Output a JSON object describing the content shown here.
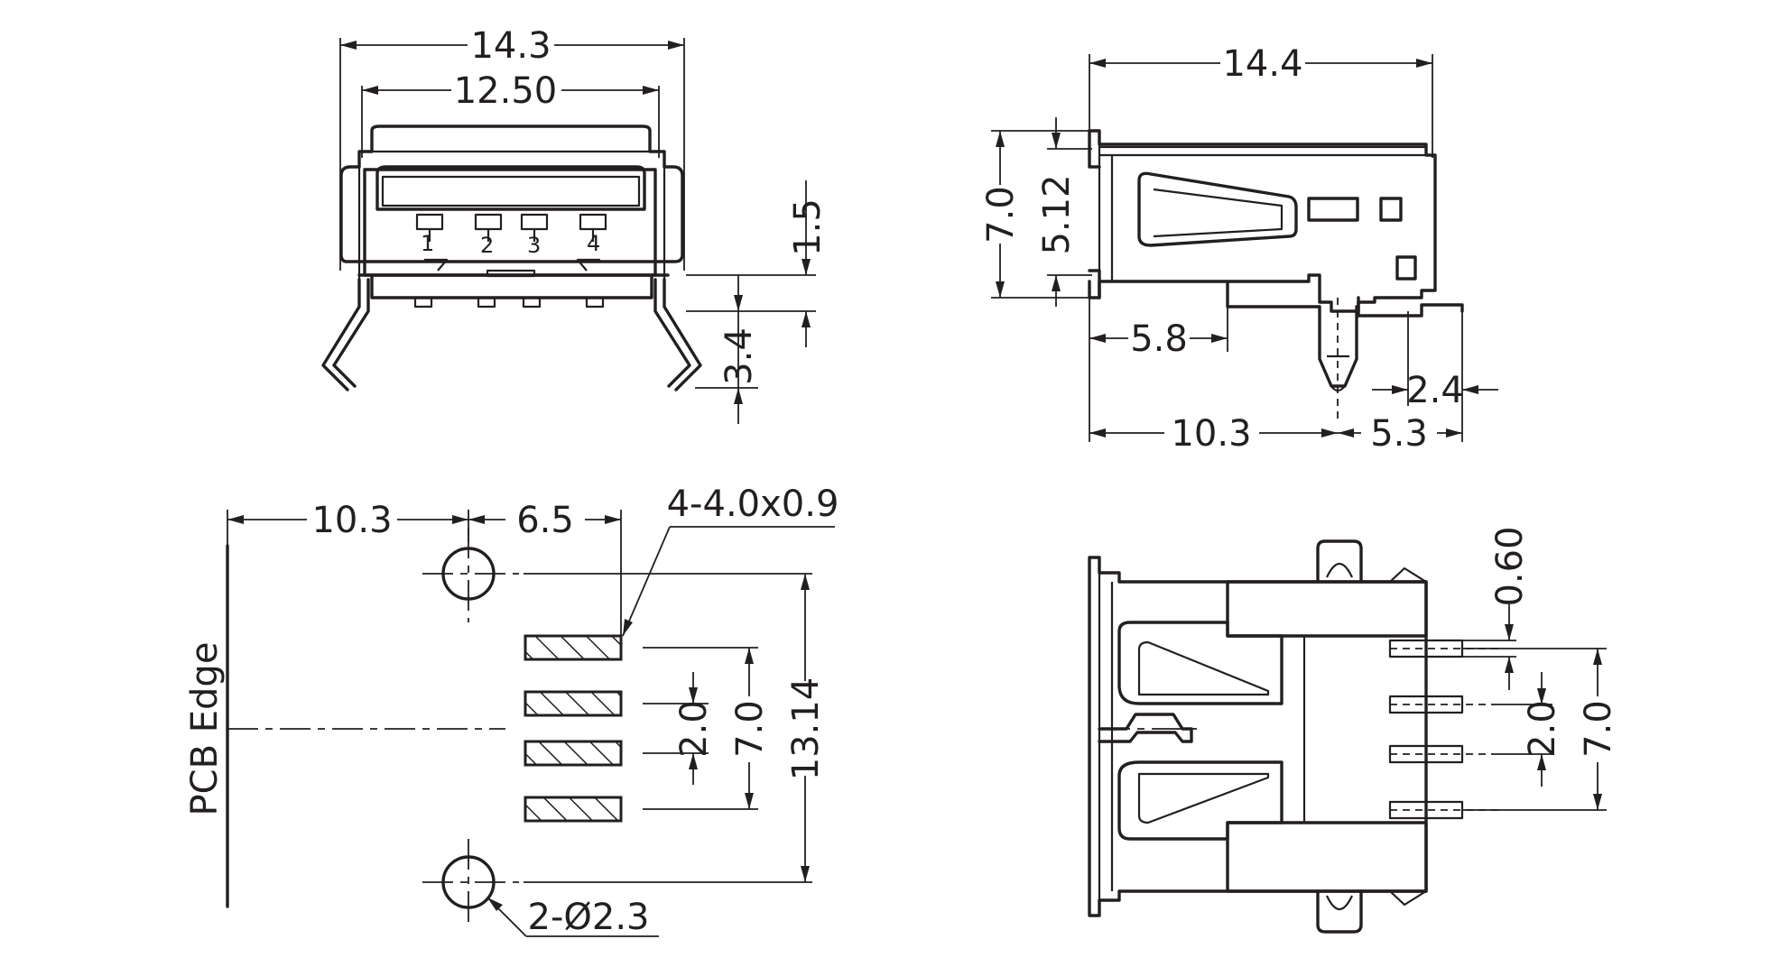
{
  "front_view": {
    "dim_overall_width": "14.3",
    "dim_opening_width": "12.50",
    "dim_height_above_pcb": "1.5",
    "dim_leg_length": "3.4",
    "pin_labels": [
      "1",
      "2",
      "3",
      "4"
    ]
  },
  "side_view": {
    "dim_length": "14.4",
    "dim_total_height": "7.0",
    "dim_body_height": "5.12",
    "dim_front_to_shell_leg": "5.8",
    "dim_front_to_pin": "10.3",
    "dim_pin_to_rear": "5.3",
    "dim_rear_offset": "2.4"
  },
  "footprint_view": {
    "dim_edge_to_hole": "10.3",
    "dim_hole_to_pad": "6.5",
    "pad_spec": "4-4.0x0.9",
    "dim_inner_pad_pitch": "2.0",
    "dim_outer_pad_pitch": "7.0",
    "dim_hole_spacing": "13.14",
    "hole_spec": "2-Ø2.3",
    "pcb_edge_label": "PCB Edge"
  },
  "top_view": {
    "dim_pin_width": "0.60",
    "dim_inner_pitch": "2.0",
    "dim_outer_pitch": "7.0"
  }
}
